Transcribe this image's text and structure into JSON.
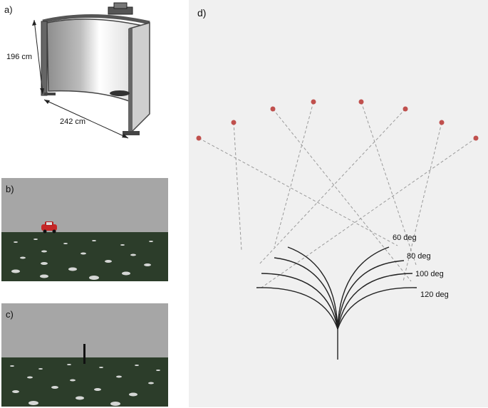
{
  "panels": {
    "a": {
      "label": "a)",
      "height_dim": "196 cm",
      "width_dim": "242 cm"
    },
    "b": {
      "label": "b)"
    },
    "c": {
      "label": "c)"
    },
    "d": {
      "label": "d)",
      "angles": [
        "60 deg",
        "80 deg",
        "100 deg",
        "120 deg"
      ]
    }
  },
  "colors": {
    "sky": "#a6a6a6",
    "ground": "#2c3d2a",
    "marker": "#c0504d",
    "panel_d_bg": "#f0f0f0"
  }
}
